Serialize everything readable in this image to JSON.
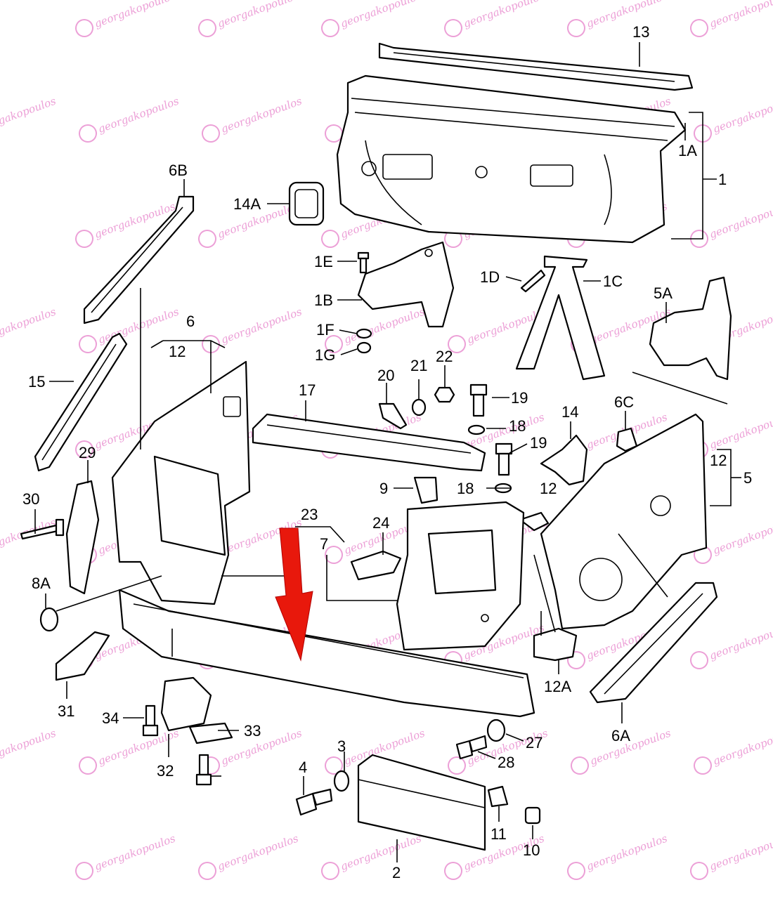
{
  "diagram": {
    "callouts": [
      "13",
      "1A",
      "1",
      "14A",
      "6B",
      "1E",
      "1D",
      "1C",
      "1B",
      "5A",
      "1F",
      "1G",
      "6",
      "12",
      "15",
      "17",
      "20",
      "21",
      "22",
      "19",
      "18",
      "14",
      "6C",
      "29",
      "30",
      "9",
      "12",
      "5",
      "24",
      "7",
      "23",
      "8A",
      "12A",
      "31",
      "34",
      "32",
      "33",
      "27",
      "28",
      "6A",
      "3",
      "4",
      "11",
      "10",
      "2",
      "12",
      "18",
      "19"
    ],
    "watermark": "georgakopoulos",
    "highlight_color": "#e8180c",
    "watermark_color": "#e98fd0"
  }
}
